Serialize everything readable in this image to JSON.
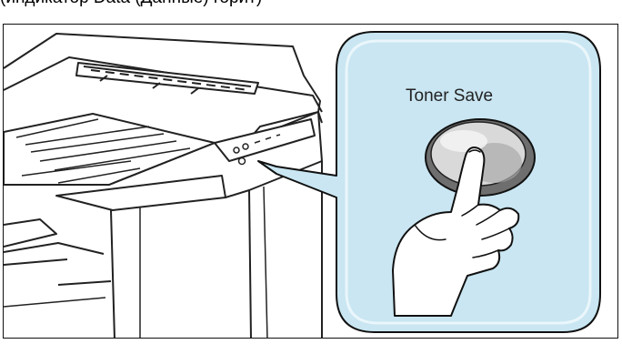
{
  "caption": {
    "text": "(индикатор Data (Данные) горит)"
  },
  "callout": {
    "label": "Toner Save"
  },
  "colors": {
    "callout_fill": "#c9e6f2",
    "callout_border": "#111111",
    "printer_fill": "#ffffff",
    "line": "#222222",
    "button_fill": "#d8d8d8",
    "button_shadow": "#8f8f8f"
  },
  "icons": {
    "printer": "printer-illustration",
    "button": "round-button",
    "hand": "hand-pressing-icon"
  }
}
